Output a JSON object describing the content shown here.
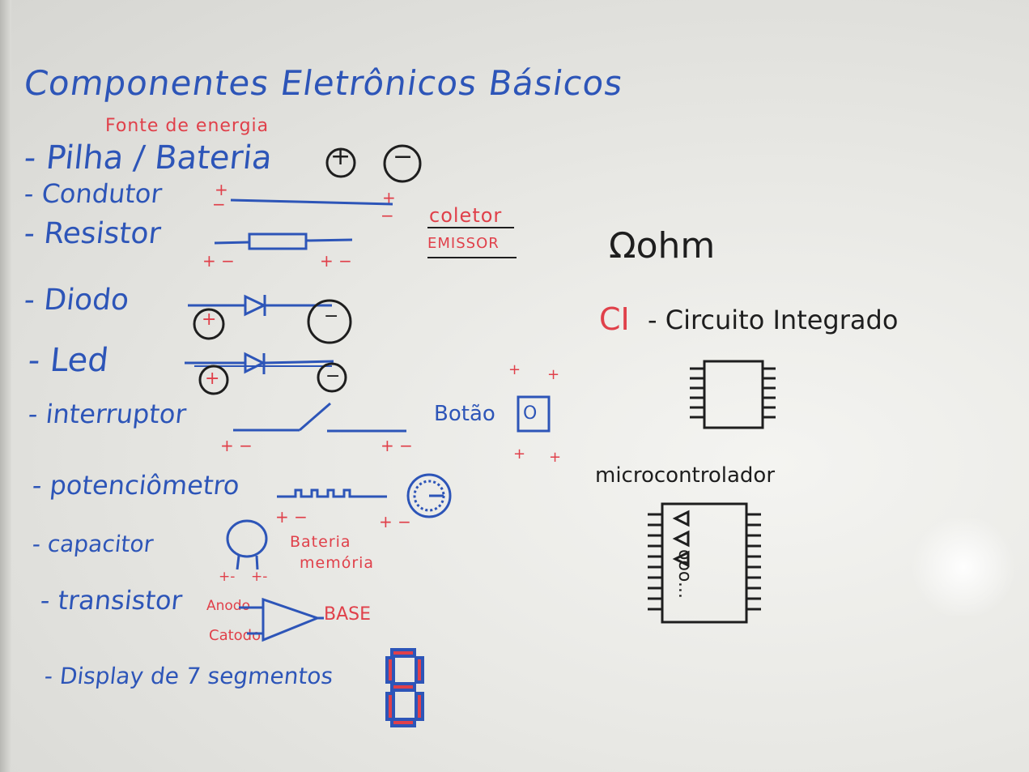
{
  "title": "Componentes Eletrônicos Básicos",
  "power_note": "Fonte de energia",
  "items": [
    "- Pilha / Bateria",
    "- Condutor",
    "- Resistor",
    "- Diodo",
    "- Led",
    "- interruptor",
    "- potenciômetro",
    "- capacitor",
    "- transistor",
    "- Display de 7 segmentos"
  ],
  "signs": {
    "plus": "+",
    "minus": "−",
    "pm": "+ −",
    "pm_close": "+-"
  },
  "transistor_notes": {
    "coletor": "coletor",
    "emissor": "EMISSOR",
    "anodo": "Anodo",
    "catodo": "Catodo",
    "base": "BASE"
  },
  "botao_label": "Botão",
  "botao_symbol": "O",
  "capacitor_note": [
    "Bateria",
    "memória"
  ],
  "ohm": "Ωohm",
  "ci": {
    "prefix": "CI",
    "rest": "- Circuito Integrado"
  },
  "micro_label": "microcontrolador",
  "micro_inner": "ooo...",
  "colors": {
    "blue_marker": "#2d55b8",
    "red_marker": "#e0404a",
    "black_marker": "#1e1e1e"
  }
}
